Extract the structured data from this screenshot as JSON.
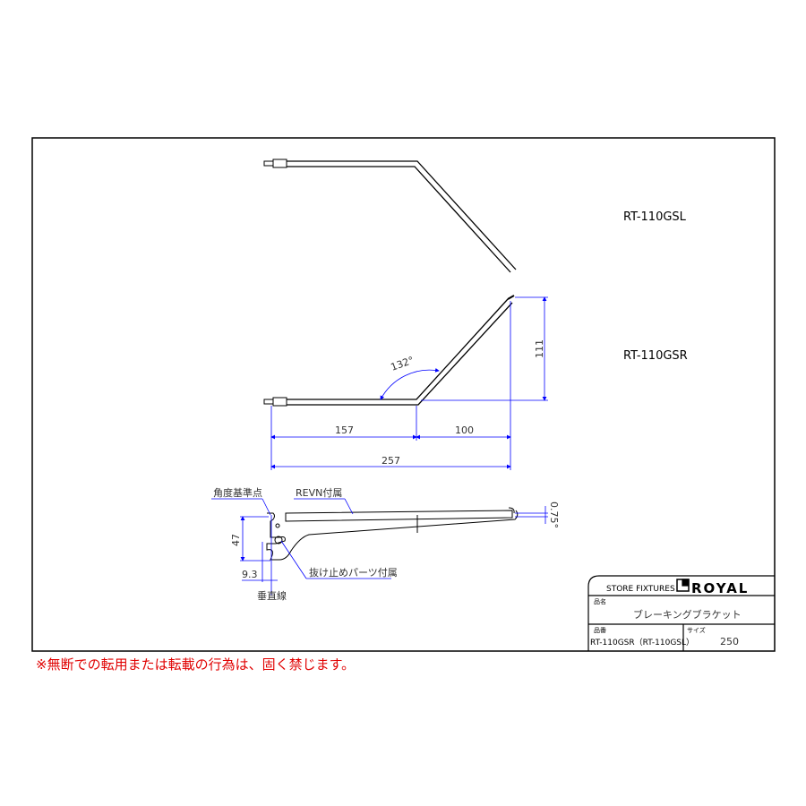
{
  "models": {
    "left": "RT-110GSL",
    "right": "RT-110GSR"
  },
  "dimensions": {
    "angle": "132°",
    "height": "111",
    "horizontal": "157",
    "incline": "100",
    "total": "257",
    "bracket_height": "47",
    "offset": "9.3",
    "tilt": "0.75°"
  },
  "annotations": {
    "angle_ref": "角度基準点",
    "revn": "REVN付属",
    "stopper": "抜け止めパーツ付属",
    "vertical": "垂直線"
  },
  "title_block": {
    "company": "STORE FIXTURES",
    "brand": "ROYAL",
    "name_label": "品名",
    "name": "ブレーキングブラケット",
    "number_label": "品番",
    "number": "RT-110GSR（RT-110GSL）",
    "size_label": "サイズ",
    "size": "250"
  },
  "warning": "※無断での転用または転載の行為は、固く禁じます。",
  "colors": {
    "dimension": "#0000ff",
    "warning": "#e00000"
  }
}
